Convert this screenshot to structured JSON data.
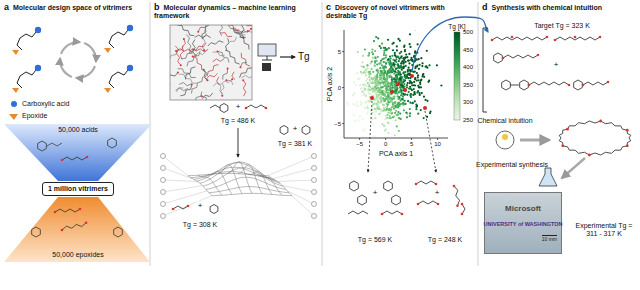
{
  "diagram": {
    "nodes": [
      {
        "text": [
          "a",
          "Molecular design space of vitrimers"
        ]
      },
      {
        "text": [
          "1 million vitrimers"
        ],
        "in": 0
      },
      {
        "text": [
          "b",
          "Molecular dynamics – machine learning framework"
        ]
      },
      {
        "text": [
          "c",
          "Discovery of novel vitrimers with desirable Tg"
        ]
      },
      {
        "text": [
          "d",
          "Synthesis with chemical intuition"
        ]
      },
      {
        "text": [
          "Microsoft",
          "UNIVERSITY of WASHINGTON",
          "10 mm"
        ],
        "in": 4
      }
    ],
    "labels": [
      "Carboxylic acid",
      "Epoxide",
      "50,000 acids",
      "50,000 epoxides",
      "Tg",
      "Tg = 486 K",
      "Tg = 381 K",
      "Tg = 308 K",
      "PCA axis 1",
      "PCA axis 2",
      "Tg [K]",
      "500",
      "450",
      "400",
      "350",
      "300",
      "250",
      "−5",
      "0",
      "5",
      "10",
      "5",
      "0",
      "−5",
      "Tg = 569 K",
      "Tg = 248 K",
      "Target Tg = 323 K",
      "Chemical intuition",
      "Experimental synthesis",
      "Experimental Tg = 311 - 317 K",
      "+",
      "+",
      "+",
      "+",
      "+",
      "+"
    ]
  }
}
